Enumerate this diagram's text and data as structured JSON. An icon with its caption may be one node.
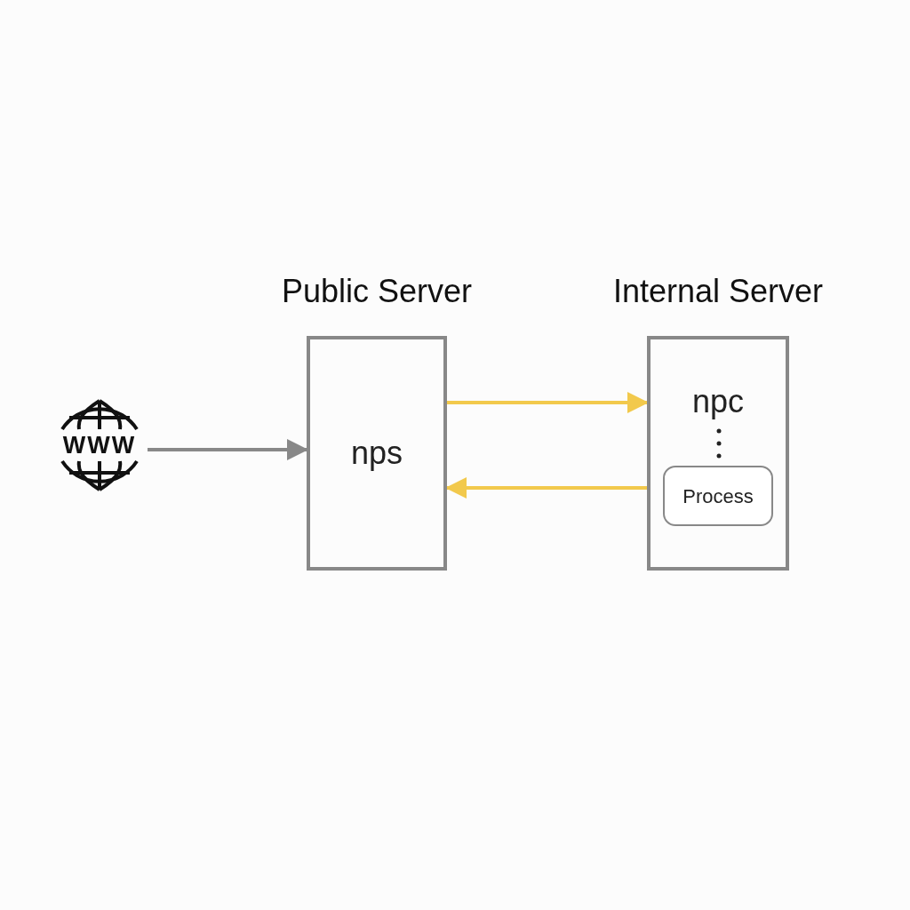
{
  "diagram": {
    "nodes": [
      {
        "text": [
          "WWW"
        ]
      },
      {
        "text": [
          "Public Server",
          "nps"
        ]
      },
      {
        "text": [
          "Internal Server",
          "npc"
        ]
      },
      {
        "text": [
          "Process"
        ],
        "in": 2
      }
    ],
    "edges": [
      {
        "from": 0,
        "to": 1,
        "arrow": "to",
        "color": "#888888"
      },
      {
        "from": 1,
        "to": 2,
        "arrow": "to"
      },
      {
        "from": 2,
        "to": 1,
        "arrow": "to"
      }
    ]
  }
}
